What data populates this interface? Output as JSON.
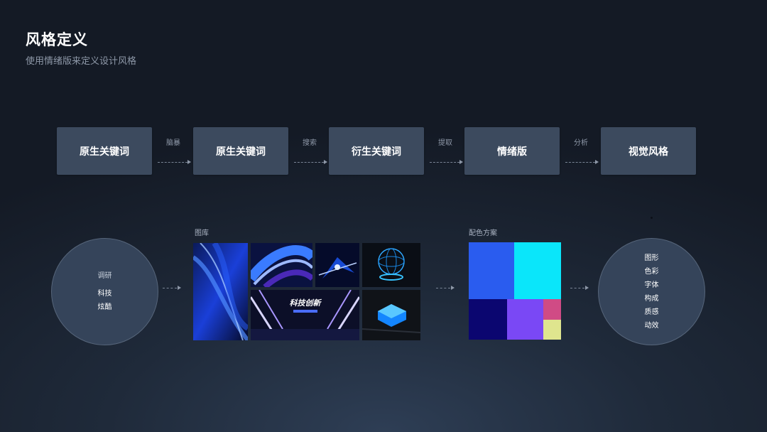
{
  "header": {
    "title": "风格定义",
    "subtitle": "使用情绪版来定义设计风格"
  },
  "flow": {
    "steps": [
      "原生关键词",
      "原生关键词",
      "衍生关键词",
      "情绪版",
      "视觉风格"
    ],
    "arrows": [
      "脑暴",
      "搜索",
      "提取",
      "分析"
    ]
  },
  "research": {
    "heading": "调研",
    "keywords": [
      "科技",
      "炫酷"
    ]
  },
  "gallery": {
    "label": "图库",
    "banner_text": "科技创新"
  },
  "palette": {
    "label": "配色方案",
    "colors": [
      "#2a5cef",
      "#0ae6fa",
      "#0b0670",
      "#7a48f5",
      "#d04b85",
      "#dfe58e"
    ]
  },
  "visual_style": {
    "items": [
      "图形",
      "色彩",
      "字体",
      "构成",
      "质感",
      "动效"
    ]
  }
}
